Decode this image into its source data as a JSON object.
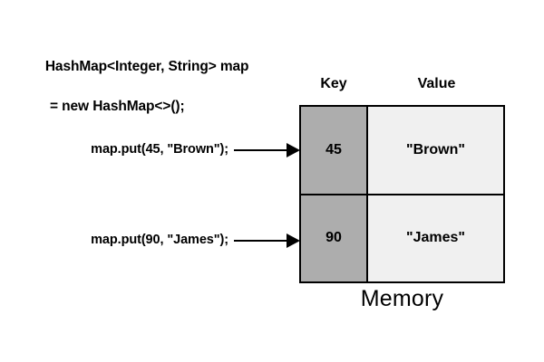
{
  "diagram": {
    "declaration": {
      "line1": "HashMap<Integer, String> map",
      "line2": "= new HashMap<>();"
    },
    "statements": [
      {
        "code": "map.put(45, \"Brown\");",
        "arrow": "arrow-right-icon"
      },
      {
        "code": "map.put(90, \"James\");",
        "arrow": "arrow-right-icon"
      }
    ],
    "table": {
      "headers": {
        "key": "Key",
        "value": "Value"
      },
      "rows": [
        {
          "key": "45",
          "value": "\"Brown\""
        },
        {
          "key": "90",
          "value": "\"James\""
        }
      ],
      "caption": "Memory"
    },
    "colors": {
      "background": "#ffffff",
      "key_cell": "#adadad",
      "value_cell": "#f0f0f0",
      "border": "#000000",
      "text": "#000000"
    }
  }
}
